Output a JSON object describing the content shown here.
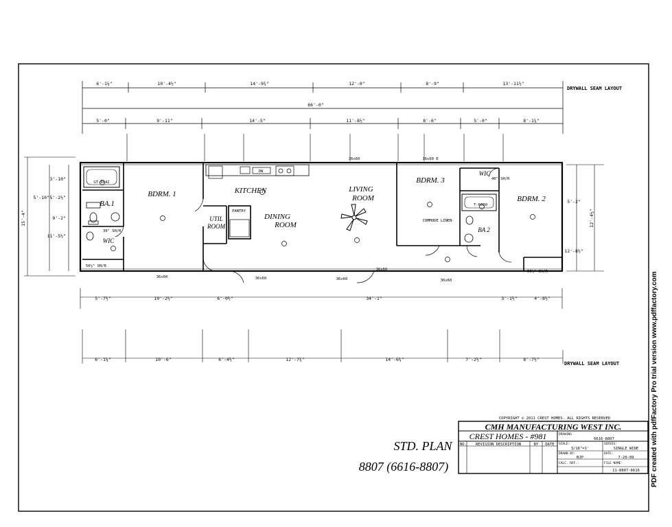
{
  "labels": {
    "drywall_top": "DRYWALL SEAM LAYOUT",
    "drywall_bottom": "DRYWALL SEAM LAYOUT",
    "std_plan": "STD. PLAN",
    "plan_number": "8807 (6616-8807)"
  },
  "rooms": {
    "bdrm1": "BDRM. 1",
    "kitchen": "KITCHEN",
    "living": "LIVING",
    "living2": "ROOM",
    "bdrm3": "BDRM. 3",
    "bdrm2": "BDRM. 2",
    "dining": "DINING",
    "dining2": "ROOM",
    "util": "UTIL",
    "util2": "ROOM",
    "ba1": "BA.1",
    "ba2": "BA 2",
    "wic1": "WIC",
    "wic2": "WIC",
    "pantry": "PANTRY",
    "commode": "COMMODE LINEN"
  },
  "fixtures": {
    "tub1": "GT-6042",
    "tub2": "T-6030",
    "dw": "DW",
    "shelf1": "39\" SH/R",
    "shelf2": "56½\" SH/R",
    "shelf3": "56½\" SH/R",
    "shelf4": "40\" SH/R",
    "window1": "36x60",
    "window2": "36x60",
    "window3": "36x60",
    "window4": "36x60 E",
    "window5": "36x60",
    "window6": "36x60",
    "window7": "36x60"
  },
  "dims_top1": [
    "6'-1¼\"",
    "10'-4½\"",
    "14'-9¾\"",
    "12'-0\"",
    "8'-9\"",
    "13'-11½\""
  ],
  "dims_top2": [
    "5'-0\"",
    "9'-11\"",
    "14'-5\"",
    "11'-8½\"",
    "8'-6\"",
    "5'-0\"",
    "8'-1¾\""
  ],
  "overall_top": "66'-0\"",
  "dims_bottom1": [
    "5'-7½\"",
    "10'-2½\"",
    "6'-0½\"",
    "34'-1\"",
    "3'-1½\"",
    "4'-8½\""
  ],
  "dims_bottom2": [
    "6'-1¼\"",
    "10'-6\"",
    "6'-4½\"",
    "12'-7¾\"",
    "14'-6¾\"",
    "7'-2½\"",
    "8'-7½\""
  ],
  "dims_left": [
    "15'-4\"",
    "3'-10\"",
    "5'-10\"",
    "5'-2½\"",
    "9'-2\"",
    "11'-5½\""
  ],
  "dims_right": [
    "5'-2\"",
    "12'-4½\"",
    "12'-8½\""
  ],
  "title_block": {
    "copyright": "COPYRIGHT © 2011 CREST HOMES. ALL RIGHTS RESERVED",
    "company": "CMH MANUFACTURING WEST INC.",
    "crest": "CREST HOMES  -  #981",
    "col_no": "NO.",
    "col_rev": "REVISION DESCRIPTION",
    "col_by": "BY",
    "col_date": "DATE",
    "drawing_label": "DRAWING",
    "drawing": "6616-8807",
    "scale_label": "SCALE:",
    "scale": "3/16\"=1'",
    "series_label": "SERIES:",
    "series": "SINGLE WIDE",
    "drawn_label": "DRAWN BY:",
    "drawn": "BJP",
    "date_label": "DATE:",
    "date": "7-20-09",
    "calc_label": "CALC. REF.:",
    "file_label": "FILE NAME:",
    "file": "11-8807-6616"
  },
  "side_note": "PDF created with pdfFactory Pro trial version www.pdffactory.com"
}
